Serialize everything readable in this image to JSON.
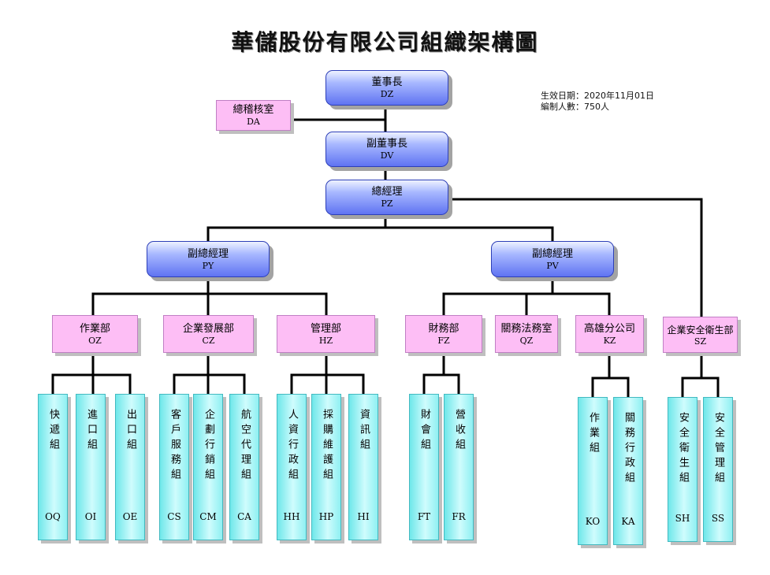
{
  "title": "華儲股份有限公司組織架構圖",
  "meta": {
    "effective_date": "生效日期：2020年11月01日",
    "headcount": "編制人數：750人"
  },
  "nodes": {
    "dz": {
      "name": "董事長",
      "code": "DZ"
    },
    "da": {
      "name": "總稽核室",
      "code": "DA"
    },
    "dv": {
      "name": "副董事長",
      "code": "DV"
    },
    "pz": {
      "name": "總經理",
      "code": "PZ"
    },
    "py": {
      "name": "副總經理",
      "code": "PY"
    },
    "pv": {
      "name": "副總經理",
      "code": "PV"
    },
    "oz": {
      "name": "作業部",
      "code": "OZ"
    },
    "cz": {
      "name": "企業發展部",
      "code": "CZ"
    },
    "hz": {
      "name": "管理部",
      "code": "HZ"
    },
    "fz": {
      "name": "財務部",
      "code": "FZ"
    },
    "qz": {
      "name": "關務法務室",
      "code": "QZ"
    },
    "kz": {
      "name": "高雄分公司",
      "code": "KZ"
    },
    "sz": {
      "name": "企業安全衛生部",
      "code": "SZ"
    },
    "oq": {
      "name": "快遞組",
      "code": "OQ"
    },
    "oi": {
      "name": "進口組",
      "code": "OI"
    },
    "oe": {
      "name": "出口組",
      "code": "OE"
    },
    "cs": {
      "name": "客戶服務組",
      "code": "CS"
    },
    "cm": {
      "name": "企劃行銷組",
      "code": "CM"
    },
    "ca": {
      "name": "航空代理組",
      "code": "CA"
    },
    "hh": {
      "name": "人資行政組",
      "code": "HH"
    },
    "hp": {
      "name": "採購維護組",
      "code": "HP"
    },
    "hi": {
      "name": "資訊組",
      "code": "HI"
    },
    "ft": {
      "name": "財會組",
      "code": "FT"
    },
    "fr": {
      "name": "營收組",
      "code": "FR"
    },
    "ko": {
      "name": "作業組",
      "code": "KO"
    },
    "ka": {
      "name": "關務行政組",
      "code": "KA"
    },
    "sh": {
      "name": "安全衛生組",
      "code": "SH"
    },
    "ss": {
      "name": "安全管理組",
      "code": "SS"
    }
  }
}
